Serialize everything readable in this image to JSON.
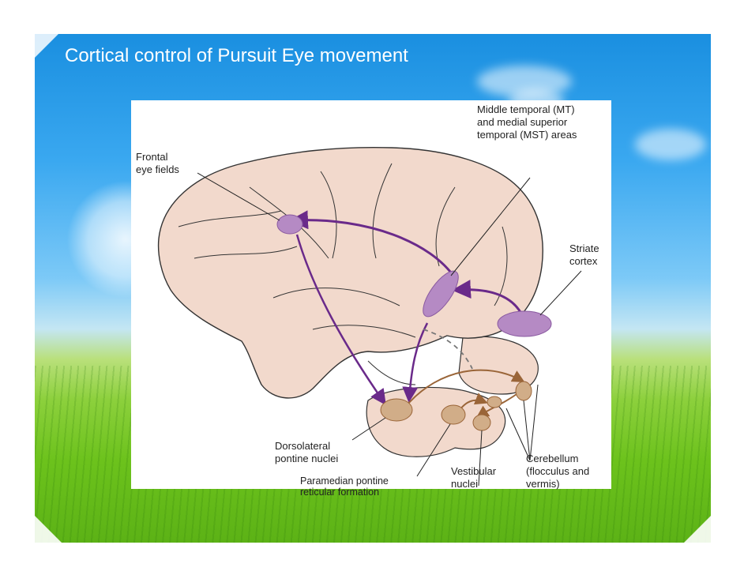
{
  "slide": {
    "title": "Cortical control of Pursuit Eye movement"
  },
  "diagram": {
    "labels": {
      "mt_mst": "Middle temporal (MT)\nand medial superior\ntemporal (MST) areas",
      "frontal_eye_fields": "Frontal\neye fields",
      "striate_cortex": "Striate\ncortex",
      "dorsolateral_pontine": "Dorsolateral\npontine nuclei",
      "paramedian_pontine": "Paramedian pontine\nreticular formation",
      "vestibular_nuclei": "Vestibular\nnuclei",
      "cerebellum": "Cerebellum\n(flocculus and\nvermis)"
    },
    "colors": {
      "brain_fill": "#f2d9cc",
      "brain_outline": "#333333",
      "cortical_pathway": "#6a2a8a",
      "cortical_area": "#b58ac4",
      "brainstem_pathway": "#9a6538",
      "brainstem_nucleus": "#d1ad88"
    }
  }
}
